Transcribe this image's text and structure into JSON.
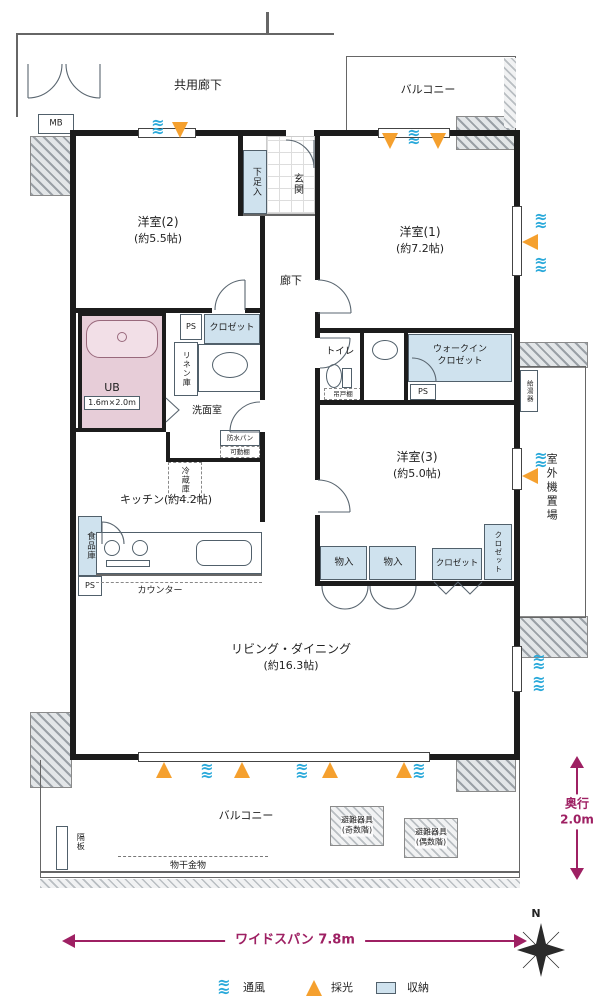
{
  "colors": {
    "accent": "#9e2063",
    "storage_fill": "#cfe2ee",
    "bath_fill": "#e7cdd8",
    "daylight": "#f5a02e",
    "ventilation": "#2aa9da"
  },
  "top": {
    "corridor": "共用廊下",
    "balcony": "バルコニー",
    "mb": "MB"
  },
  "entry": {
    "shoe_box": "下足入",
    "genkan": "玄関"
  },
  "rooms": {
    "room2": {
      "name": "洋室(2)",
      "size": "(約5.5帖)"
    },
    "room1": {
      "name": "洋室(1)",
      "size": "(約7.2帖)"
    },
    "room3": {
      "name": "洋室(3)",
      "size": "(約5.0帖)"
    },
    "living": {
      "name": "リビング・ダイニング",
      "size": "(約16.3帖)"
    },
    "kitchen": {
      "name": "キッチン(約4.2帖)",
      "counter": "カウンター",
      "pantry": "食品庫",
      "fridge": "冷蔵庫"
    }
  },
  "hall": {
    "corridor": "廊下"
  },
  "sanitary": {
    "ub": "UB",
    "ub_size": "1.6m×2.0m",
    "washroom": "洗面室",
    "toilet": "トイレ",
    "linen": "リネン庫",
    "waterproof_pan": "防水パン",
    "movable_shelf": "可動棚",
    "hanging_cupboard": "吊戸棚",
    "water_heater": "給湯器"
  },
  "storage": {
    "ps": "PS",
    "closet_room2": "クロゼット",
    "wic": "ウォークイン\nクロゼット",
    "storage_a": "物入",
    "storage_b": "物入",
    "closet_room3": "クロゼット",
    "closet_room3_side": "クロゼット"
  },
  "right_side": {
    "outdoor_unit": "室外機置場"
  },
  "bottom": {
    "balcony": "バルコニー",
    "partition": "隔板",
    "laundry_hardware": "物干金物",
    "evac_odd": "避難器具\n(奇数階)",
    "evac_even": "避難器具\n(偶数階)"
  },
  "dimensions": {
    "depth": "奥行\n2.0m",
    "span": "ワイドスパン 7.8m"
  },
  "compass": {
    "north": "N"
  },
  "legend": [
    {
      "label": "通風"
    },
    {
      "label": "採光"
    },
    {
      "label": "収納"
    }
  ]
}
